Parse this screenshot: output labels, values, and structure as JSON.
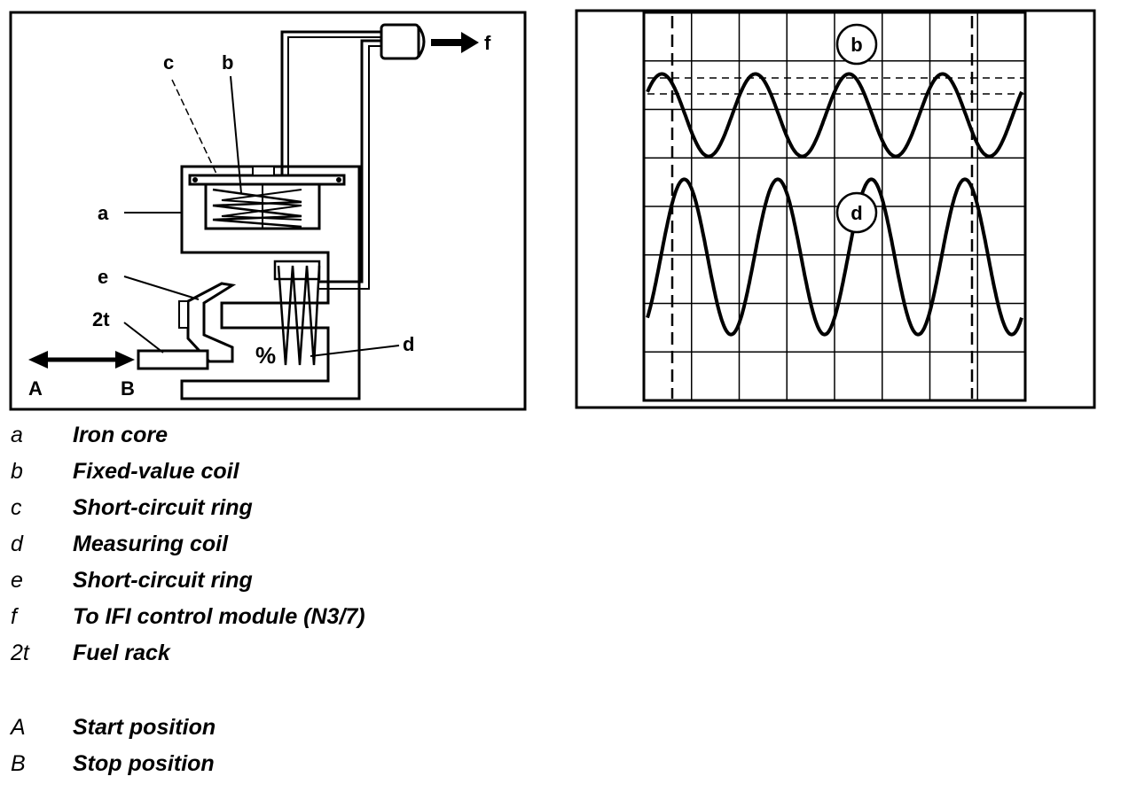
{
  "callouts": {
    "a": "a",
    "b": "b",
    "c": "c",
    "d": "d",
    "e": "e",
    "f": "f",
    "fuel_rack": "2t",
    "start": "A",
    "stop": "B",
    "percent": "%"
  },
  "scope_labels": {
    "b": "b",
    "d": "d"
  },
  "legend": [
    {
      "key": "a",
      "text": "Iron core"
    },
    {
      "key": "b",
      "text": "Fixed-value coil"
    },
    {
      "key": "c",
      "text": "Short-circuit ring"
    },
    {
      "key": "d",
      "text": "Measuring coil"
    },
    {
      "key": "e",
      "text": "Short-circuit ring"
    },
    {
      "key": "f",
      "text": "To IFI control module (N3/7)"
    },
    {
      "key": "2t",
      "text": "Fuel rack"
    },
    {
      "key": "A",
      "text": "Start position"
    },
    {
      "key": "B",
      "text": "Stop position"
    }
  ],
  "oscilloscope": {
    "trace_b": {
      "cycles": 4,
      "amplitude_divisions": 0.85
    },
    "trace_d": {
      "cycles": 4,
      "amplitude_divisions": 1.6
    },
    "grid_columns": 8,
    "grid_rows": 8
  }
}
